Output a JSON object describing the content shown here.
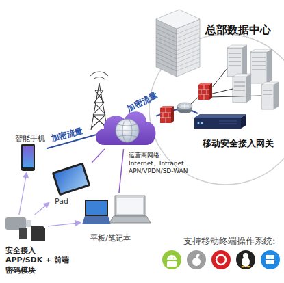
{
  "diagram": {
    "nodes": [
      {
        "text": [
          "总部数据中心"
        ]
      },
      {
        "text": [
          "移动安全接入网关"
        ],
        "in": 0
      },
      {
        "text": [
          "运营商网络: Internet、Intranet APN/VPDN/SD-WAN"
        ]
      },
      {
        "text": [
          "智能手机"
        ]
      },
      {
        "text": [
          "Pad"
        ]
      },
      {
        "text": [
          "平板/笔记本"
        ]
      },
      {
        "text": [
          "安全接入APP/SDK + 前端密码模块"
        ]
      }
    ],
    "edges": [
      {
        "from": 3,
        "to": 2,
        "arrow": "none",
        "label": "加密流量"
      },
      {
        "from": 2,
        "to": 1,
        "arrow": "none",
        "label": "加密流量"
      },
      {
        "from": 4,
        "to": 2,
        "arrow": "none"
      },
      {
        "from": 5,
        "to": 2,
        "arrow": "none"
      },
      {
        "from": 6,
        "to": 3,
        "arrow": "to"
      },
      {
        "from": 6,
        "to": 4,
        "arrow": "to"
      },
      {
        "from": 6,
        "to": 5,
        "arrow": "to"
      }
    ],
    "labels": [
      "支持移动终端操作系统:"
    ]
  }
}
